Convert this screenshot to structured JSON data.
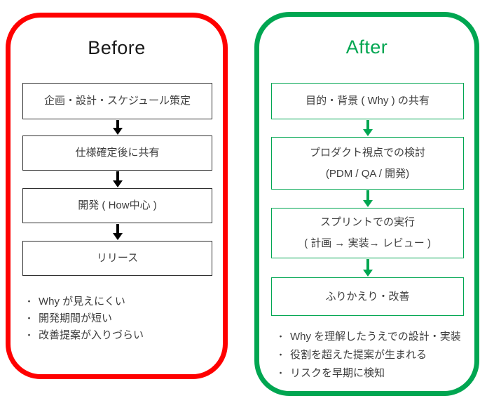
{
  "before": {
    "title": "Before",
    "accent_color": "#ff0000",
    "box_border_color": "#2f2f2f",
    "arrow_color": "#000000",
    "bullet_char": "・",
    "steps": [
      {
        "lines": [
          "企画・設計・スケジュール策定"
        ]
      },
      {
        "lines": [
          "仕様確定後に共有"
        ]
      },
      {
        "lines": [
          "開発 ( How中心 )"
        ]
      },
      {
        "lines": [
          "リリース"
        ]
      }
    ],
    "bullets": [
      "Why が見えにくい",
      "開発期間が短い",
      "改善提案が入りづらい"
    ]
  },
  "after": {
    "title": "After",
    "accent_color": "#00a651",
    "box_border_color": "#00a651",
    "arrow_color": "#00a651",
    "bullet_char": "・",
    "steps": [
      {
        "lines": [
          "目的・背景 ( Why ) の共有"
        ]
      },
      {
        "lines": [
          "プロダクト視点での検討",
          "(PDM / QA / 開発)"
        ]
      },
      {
        "lines": [
          "スプリントでの実行",
          "( 計画 → 実装→ レビュー )"
        ]
      },
      {
        "lines": [
          "ふりかえり・改善"
        ]
      }
    ],
    "bullets": [
      "Why を理解したうえでの設計・実装",
      "役割を超えた提案が生まれる",
      "リスクを早期に検知"
    ]
  }
}
